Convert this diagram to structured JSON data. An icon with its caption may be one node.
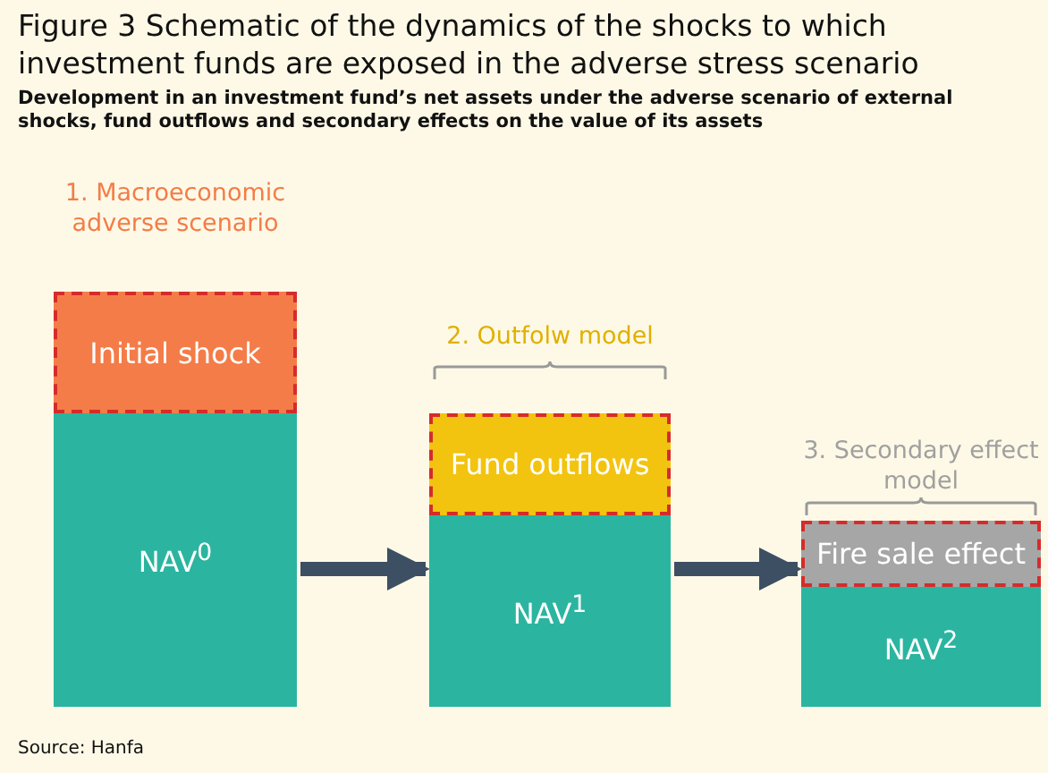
{
  "diagram": {
    "title": "Figure 3 Schematic of the dynamics of the shocks to which investment funds are exposed in the adverse stress scenario",
    "nodes": [
      {
        "text": [
          "Initial shock"
        ],
        "beside": [
          "1. Macroeconomic adverse scenario"
        ]
      },
      {
        "text": [
          "NAV$^{0}$"
        ]
      },
      {
        "text": [
          "Fund outflows"
        ],
        "beside": [
          "2. Outfolw model"
        ]
      },
      {
        "text": [
          "NAV$^{1}$"
        ]
      },
      {
        "text": [
          "Fire sale effect"
        ],
        "beside": [
          "3. Secondary effect model"
        ]
      },
      {
        "text": [
          "NAV$^{2}$"
        ]
      }
    ],
    "edges": [
      {
        "from": 1,
        "to": 3,
        "arrow": "to"
      },
      {
        "from": 3,
        "to": 5,
        "arrow": "to"
      }
    ],
    "labels": [
      "Development in an investment fund’s net assets under the adverse scenario of external shocks, fund outflows and secondary effects on the value of its assets",
      "Source: Hanfa"
    ]
  }
}
